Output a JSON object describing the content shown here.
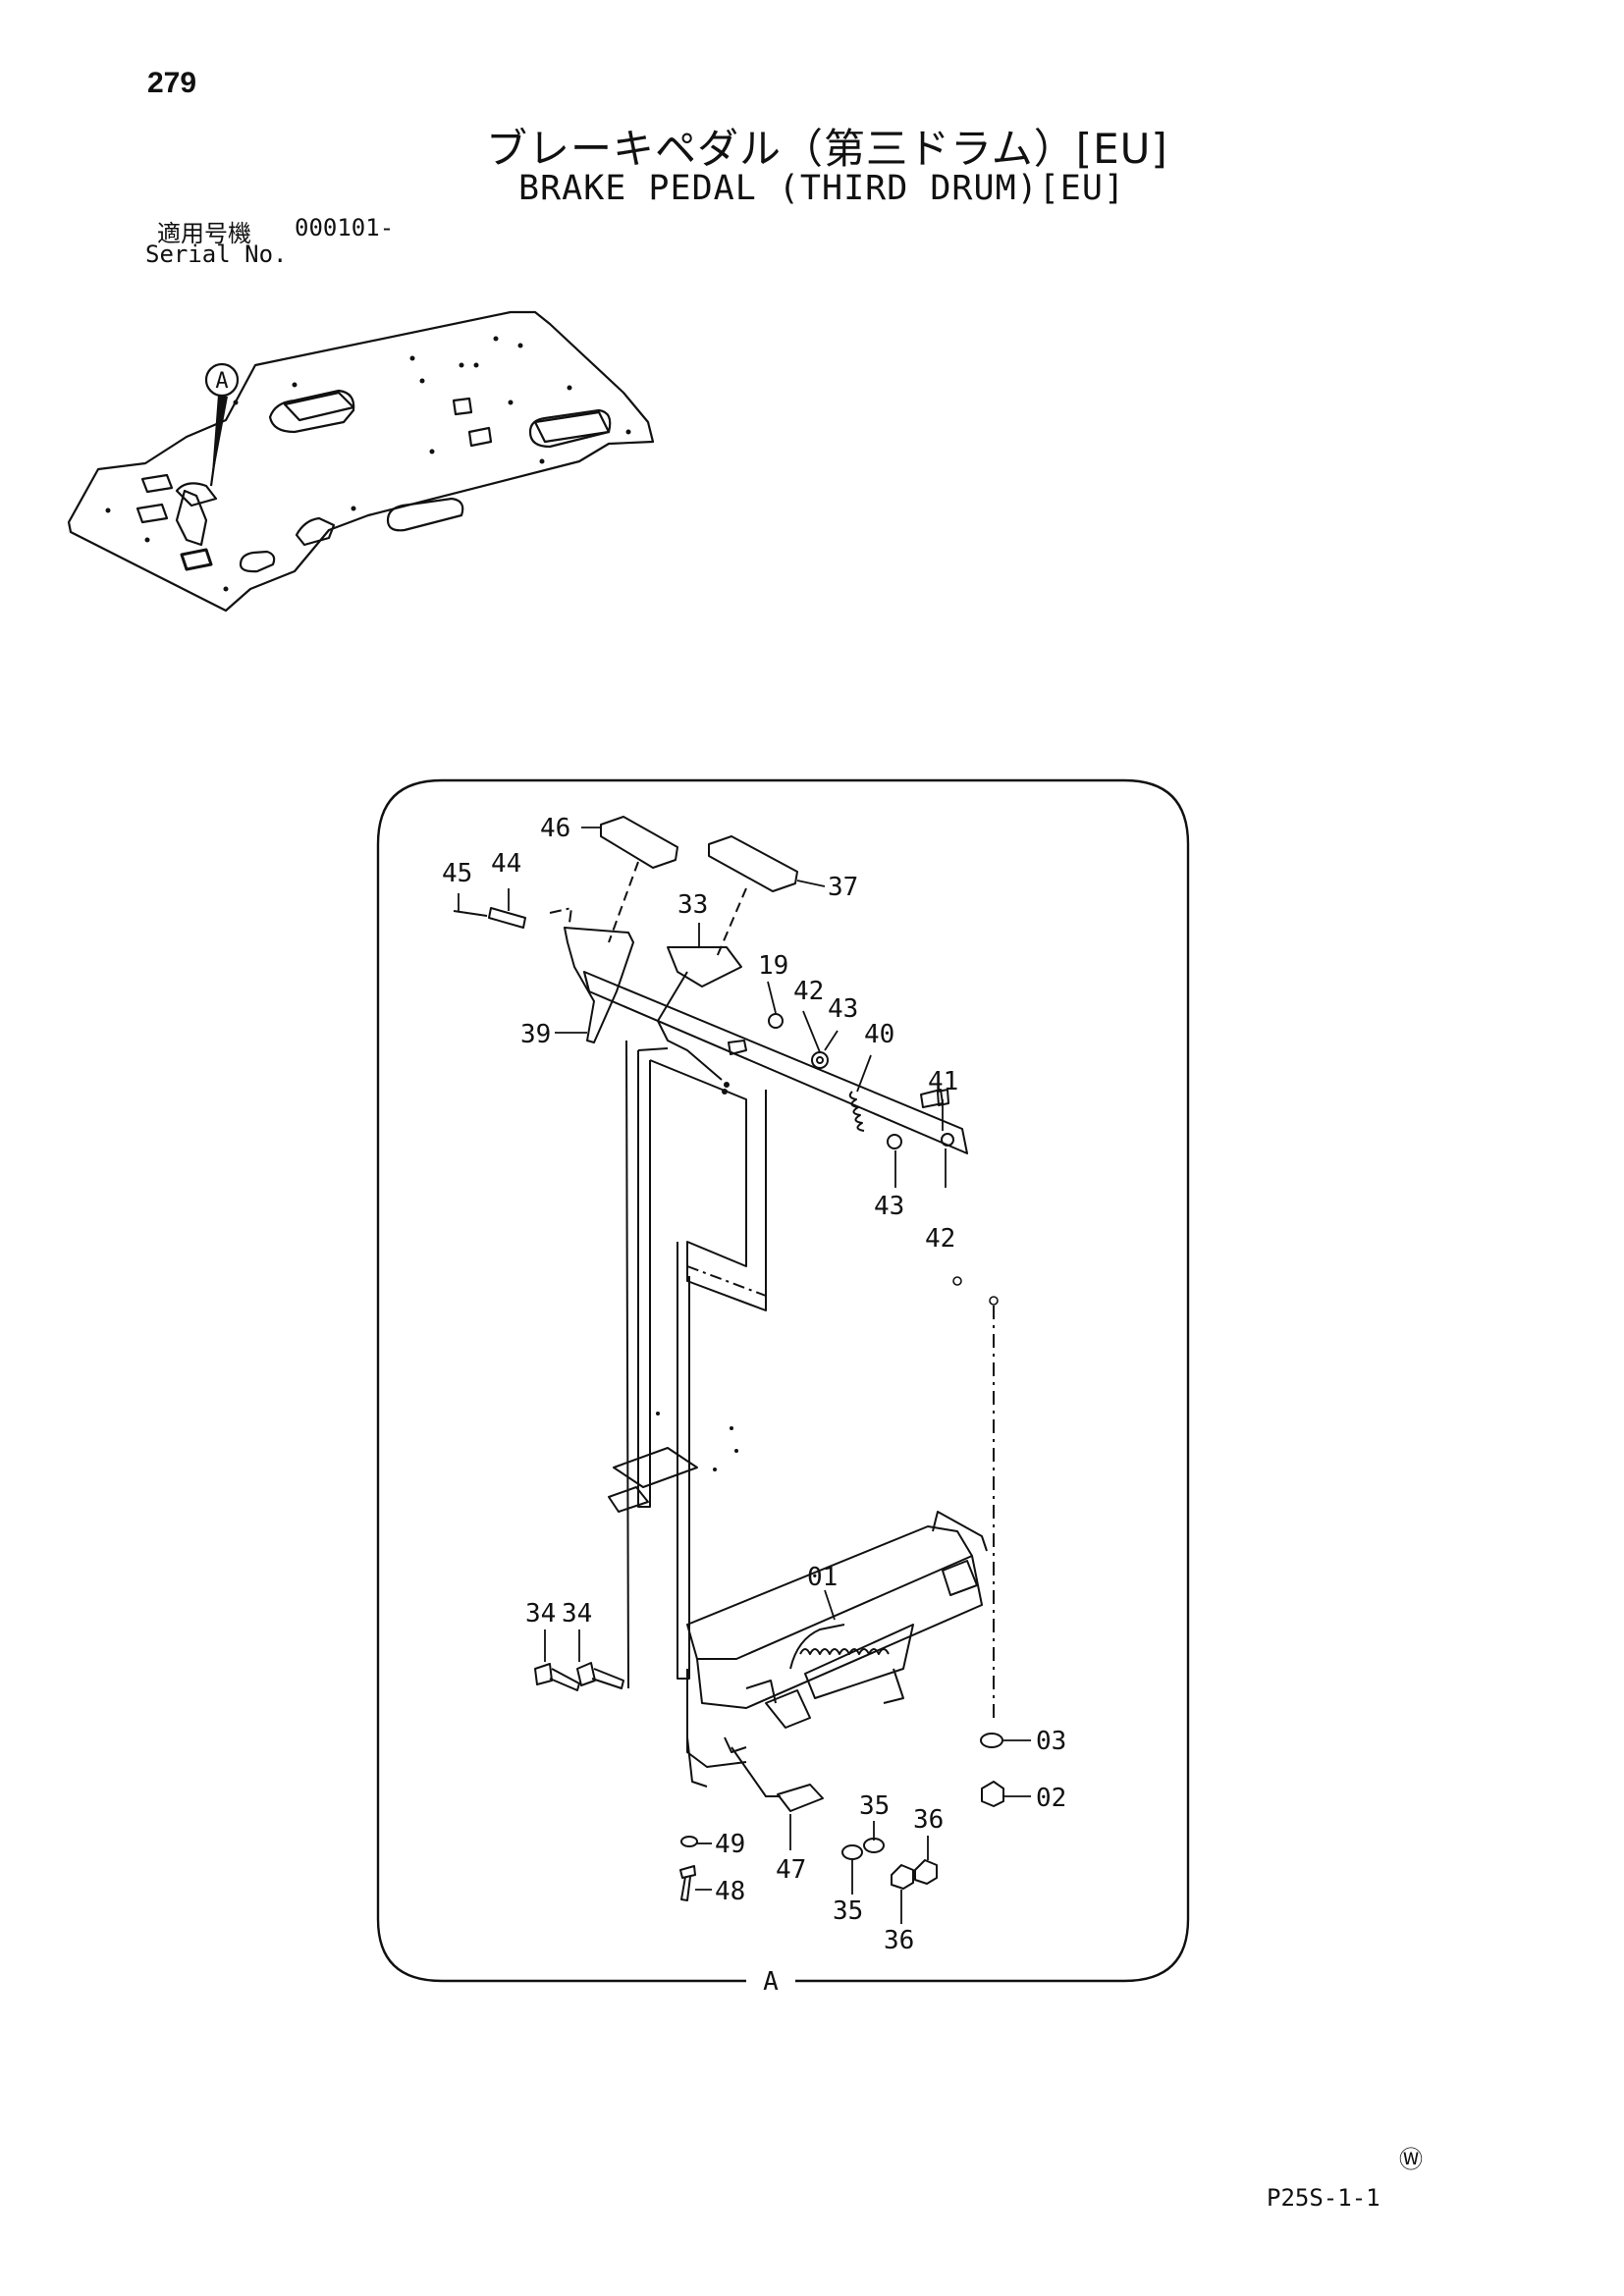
{
  "header": {
    "page_number": "279",
    "title_jp": "ブレーキペダル（第三ドラム）[EU]",
    "title_en": "BRAKE PEDAL (THIRD DRUM)[EU]"
  },
  "serial": {
    "label_jp": "適用号機",
    "value": "000101-",
    "label_en": "Serial No."
  },
  "overview": {
    "callout": "A"
  },
  "detail": {
    "view_label": "A",
    "callouts": {
      "c46": "46",
      "c37": "37",
      "c45": "45",
      "c44": "44",
      "c33": "33",
      "c19": "19",
      "c42a": "42",
      "c43a": "43",
      "c40": "40",
      "c39": "39",
      "c41": "41",
      "c43b": "43",
      "c42b": "42",
      "c01": "01",
      "c34a": "34",
      "c34b": "34",
      "c03": "03",
      "c02": "02",
      "c35a": "35",
      "c36a": "36",
      "c49": "49",
      "c47": "47",
      "c35b": "35",
      "c36b": "36",
      "c48": "48"
    }
  },
  "footer": {
    "watermark": "Ⓦ",
    "page_code": "P25S-1-1"
  }
}
